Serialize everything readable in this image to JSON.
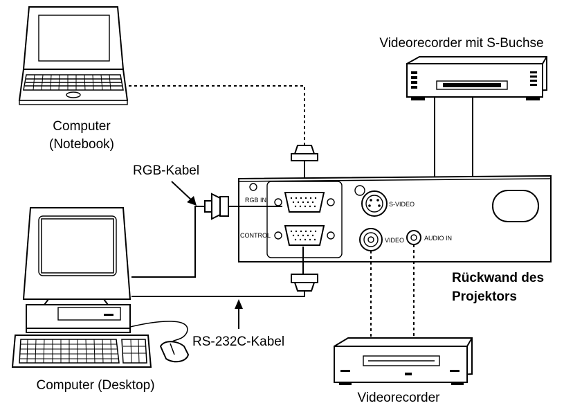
{
  "labels": {
    "vcr_svideo": "Videorecorder mit S-Buchse",
    "notebook_line1": "Computer",
    "notebook_line2": "(Notebook)",
    "rgb_cable": "RGB-Kabel",
    "rear_line1": "Rückwand des",
    "rear_line2": "Projektors",
    "rs232_cable": "RS-232C-Kabel",
    "desktop": "Computer (Desktop)",
    "vcr": "Videorecorder"
  },
  "ports": {
    "rgb_in": "RGB IN",
    "control": "CONTROL",
    "s_video": "S-VIDEO",
    "video": "VIDEO",
    "audio_in": "AUDIO IN"
  }
}
